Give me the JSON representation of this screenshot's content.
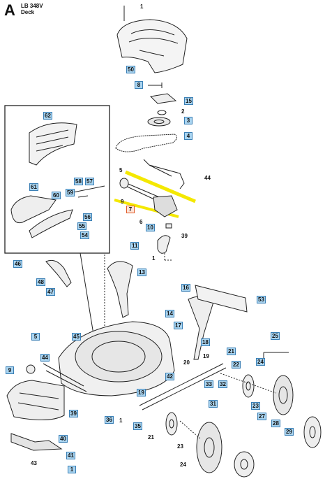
{
  "header": {
    "letter": "A",
    "line1": "LB 348V",
    "line2": "Deck"
  },
  "highlight_color": "#f4e800",
  "callout_tags": [
    {
      "id": "t50",
      "label": "50"
    },
    {
      "id": "t8",
      "label": "8"
    },
    {
      "id": "t15",
      "label": "15"
    },
    {
      "id": "t3",
      "label": "3"
    },
    {
      "id": "t4",
      "label": "4"
    },
    {
      "id": "t7",
      "label": "7",
      "highlighted": true
    },
    {
      "id": "t10",
      "label": "10"
    },
    {
      "id": "t11",
      "label": "11"
    },
    {
      "id": "t62",
      "label": "62"
    },
    {
      "id": "t61",
      "label": "61"
    },
    {
      "id": "t60",
      "label": "60"
    },
    {
      "id": "t59",
      "label": "59"
    },
    {
      "id": "t58",
      "label": "58"
    },
    {
      "id": "t57",
      "label": "57"
    },
    {
      "id": "t56",
      "label": "56"
    },
    {
      "id": "t55",
      "label": "55"
    },
    {
      "id": "t54",
      "label": "54"
    },
    {
      "id": "t46",
      "label": "46"
    },
    {
      "id": "t48",
      "label": "48"
    },
    {
      "id": "t47",
      "label": "47"
    },
    {
      "id": "t13",
      "label": "13"
    },
    {
      "id": "t16",
      "label": "16"
    },
    {
      "id": "t53",
      "label": "53"
    },
    {
      "id": "t14",
      "label": "14"
    },
    {
      "id": "t17",
      "label": "17"
    },
    {
      "id": "t18",
      "label": "18"
    },
    {
      "id": "t25",
      "label": "25"
    },
    {
      "id": "t5b",
      "label": "5"
    },
    {
      "id": "t45",
      "label": "45"
    },
    {
      "id": "t44",
      "label": "44"
    },
    {
      "id": "t9b",
      "label": "9"
    },
    {
      "id": "t21a",
      "label": "21"
    },
    {
      "id": "t22",
      "label": "22"
    },
    {
      "id": "t24",
      "label": "24"
    },
    {
      "id": "t42",
      "label": "42"
    },
    {
      "id": "t33",
      "label": "33"
    },
    {
      "id": "t32",
      "label": "32"
    },
    {
      "id": "t19b",
      "label": "19"
    },
    {
      "id": "t23b",
      "label": "23"
    },
    {
      "id": "t39b",
      "label": "39"
    },
    {
      "id": "t31",
      "label": "31"
    },
    {
      "id": "t27",
      "label": "27"
    },
    {
      "id": "t28",
      "label": "28"
    },
    {
      "id": "t36",
      "label": "36"
    },
    {
      "id": "t35",
      "label": "35"
    },
    {
      "id": "t29",
      "label": "29"
    },
    {
      "id": "t40",
      "label": "40"
    },
    {
      "id": "t41",
      "label": "41"
    },
    {
      "id": "t1b",
      "label": "1"
    }
  ],
  "plain_labels": [
    {
      "id": "p1a",
      "label": "1"
    },
    {
      "id": "p2",
      "label": "2"
    },
    {
      "id": "p5",
      "label": "5"
    },
    {
      "id": "p44",
      "label": "44"
    },
    {
      "id": "p9",
      "label": "9"
    },
    {
      "id": "p6",
      "label": "6"
    },
    {
      "id": "p39",
      "label": "39"
    },
    {
      "id": "p1c",
      "label": "1"
    },
    {
      "id": "p19",
      "label": "19"
    },
    {
      "id": "p20",
      "label": "20"
    },
    {
      "id": "p1d",
      "label": "1"
    },
    {
      "id": "p21",
      "label": "21"
    },
    {
      "id": "p23",
      "label": "23"
    },
    {
      "id": "p24",
      "label": "24"
    },
    {
      "id": "p43",
      "label": "43"
    }
  ]
}
